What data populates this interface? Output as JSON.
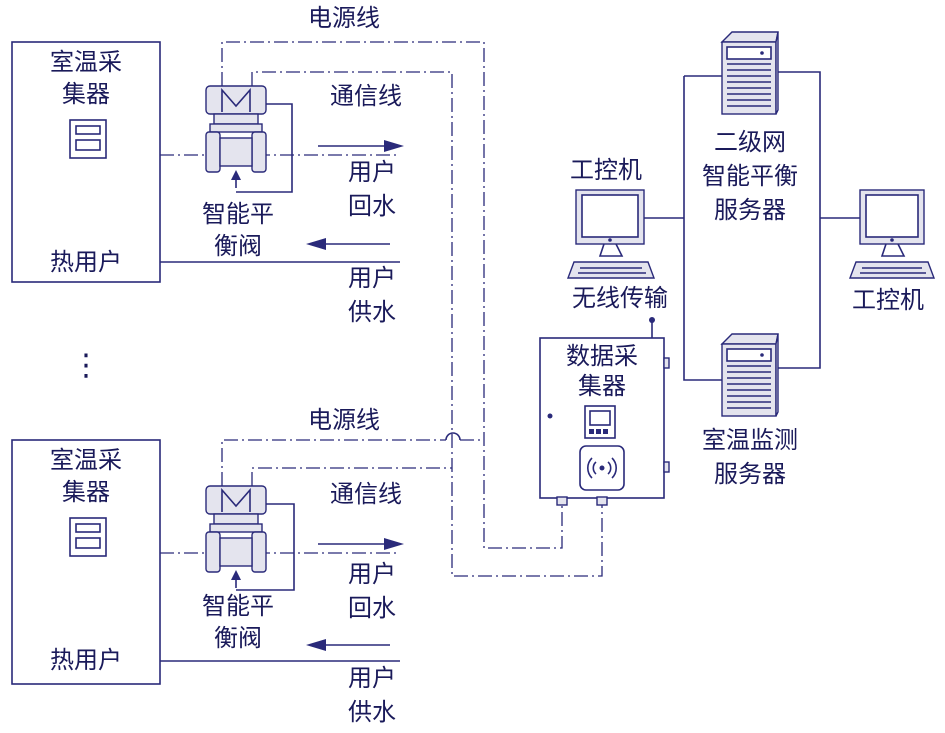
{
  "labels": {
    "power_line": "电源线",
    "comm_line": "通信线",
    "room_temp_collector": [
      "室温采",
      "集器"
    ],
    "heat_user": "热用户",
    "valve": [
      "智能平",
      "衡阀"
    ],
    "return_water": [
      "用户",
      "回水"
    ],
    "supply_water": [
      "用户",
      "供水"
    ],
    "data_collector": [
      "数据采",
      "集器"
    ],
    "wireless": "无线传输",
    "ipc": "工控机",
    "balance_server": [
      "二级网",
      "智能平衡",
      "服务器"
    ],
    "temp_server": [
      "室温监测",
      "服务器"
    ],
    "ellipsis": "⋮"
  },
  "colors": {
    "line": "#2a2a7a",
    "text": "#1a1a5a",
    "device_fill": "#e4e4ee"
  }
}
